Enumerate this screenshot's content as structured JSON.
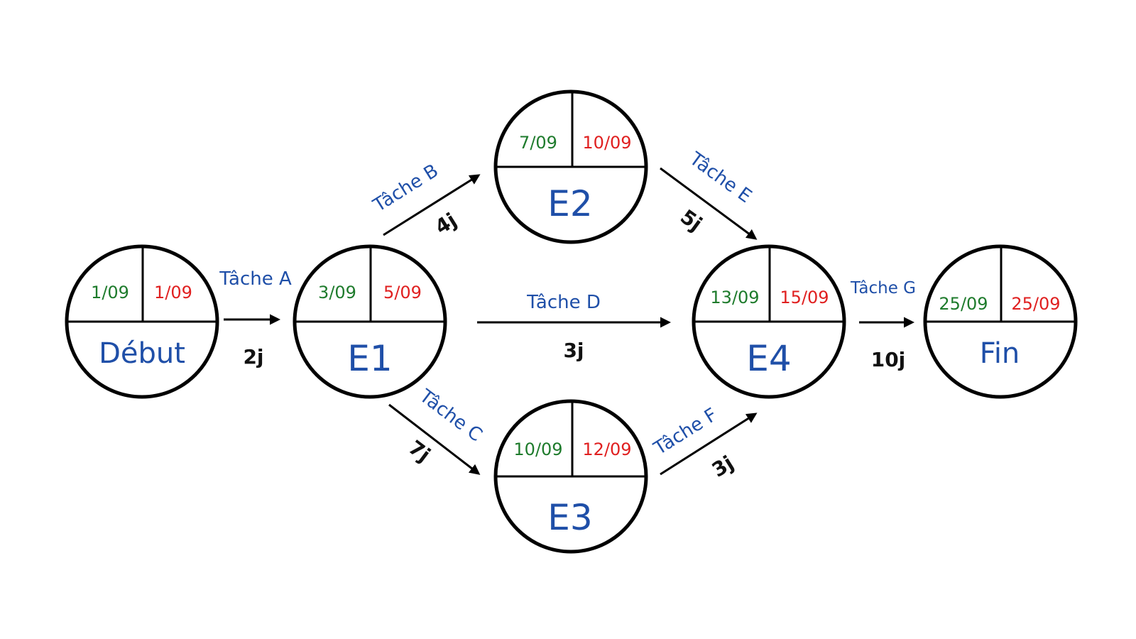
{
  "colors": {
    "early": "#1e7b2c",
    "late": "#e02020",
    "name": "#1f4fa8",
    "task": "#1f4fa8",
    "duration": "#111111",
    "stroke": "#000000"
  },
  "nodes": {
    "debut": {
      "name": "Début",
      "early": "1/09",
      "late": "1/09"
    },
    "e1": {
      "name": "E1",
      "early": "3/09",
      "late": "5/09"
    },
    "e2": {
      "name": "E2",
      "early": "7/09",
      "late": "10/09"
    },
    "e3": {
      "name": "E3",
      "early": "10/09",
      "late": "12/09"
    },
    "e4": {
      "name": "E4",
      "early": "13/09",
      "late": "15/09"
    },
    "fin": {
      "name": "Fin",
      "early": "25/09",
      "late": "25/09"
    }
  },
  "edges": {
    "a": {
      "task": "Tâche A",
      "duration": "2j"
    },
    "b": {
      "task": "Tâche B",
      "duration": "4j"
    },
    "c": {
      "task": "Tâche C",
      "duration": "7j"
    },
    "d": {
      "task": "Tâche D",
      "duration": "3j"
    },
    "e": {
      "task": "Tâche E",
      "duration": "5j"
    },
    "f": {
      "task": "Tâche F",
      "duration": "3j"
    },
    "g": {
      "task": "Tâche G",
      "duration": "10j"
    }
  }
}
